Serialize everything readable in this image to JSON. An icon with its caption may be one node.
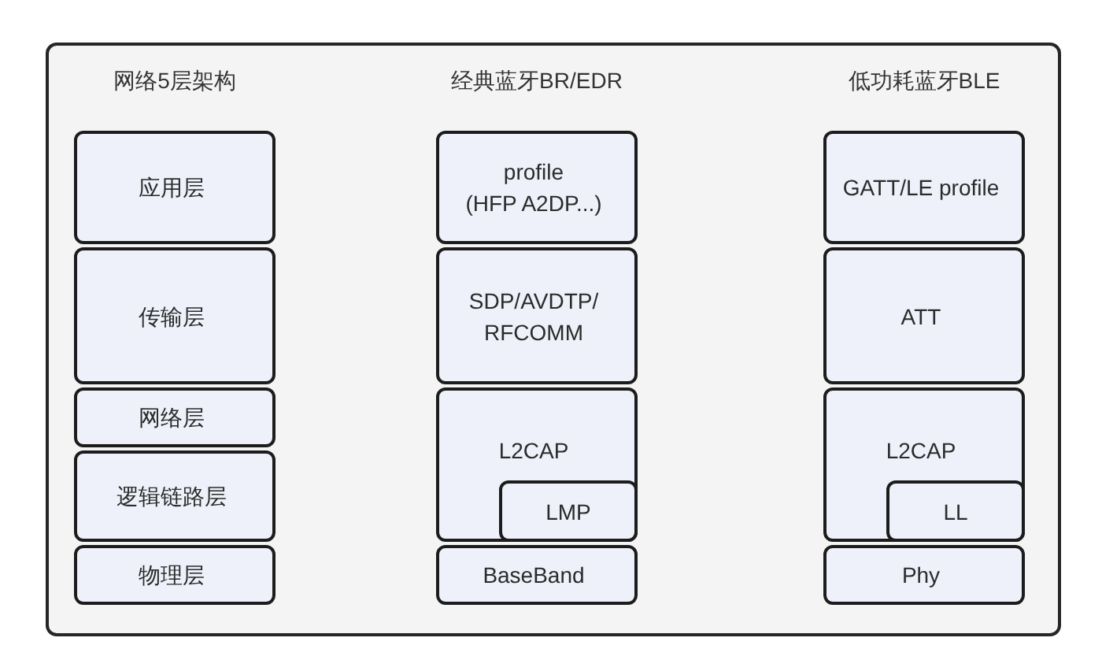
{
  "diagram": {
    "nodes": [
      {
        "text": [],
        "shape": "box"
      },
      {
        "text": [
          "应用层"
        ],
        "in": 0
      },
      {
        "text": [
          "传输层"
        ],
        "in": 0
      },
      {
        "text": [
          "网络层"
        ],
        "in": 0
      },
      {
        "text": [
          "逻辑链路层"
        ],
        "in": 0
      },
      {
        "text": [
          "物理层"
        ],
        "in": 0
      },
      {
        "text": [
          "profile",
          "(HFP A2DP...)"
        ],
        "in": 0
      },
      {
        "text": [
          "SDP/AVDTP/ RFCOMM"
        ],
        "in": 0
      },
      {
        "text": [
          "L2CAP"
        ],
        "in": 0
      },
      {
        "text": [
          "LMP"
        ],
        "in": 8
      },
      {
        "text": [
          "BaseBand"
        ],
        "in": 0
      },
      {
        "text": [
          "GATT/LE profile"
        ],
        "in": 0
      },
      {
        "text": [
          "ATT"
        ],
        "in": 0
      },
      {
        "text": [
          "L2CAP"
        ],
        "in": 0
      },
      {
        "text": [
          "LL"
        ],
        "in": 13
      },
      {
        "text": [
          "Phy"
        ],
        "in": 0
      }
    ],
    "labels": [
      "网络5层架构",
      "经典蓝牙BR/EDR",
      "低功耗蓝牙BLE"
    ]
  }
}
